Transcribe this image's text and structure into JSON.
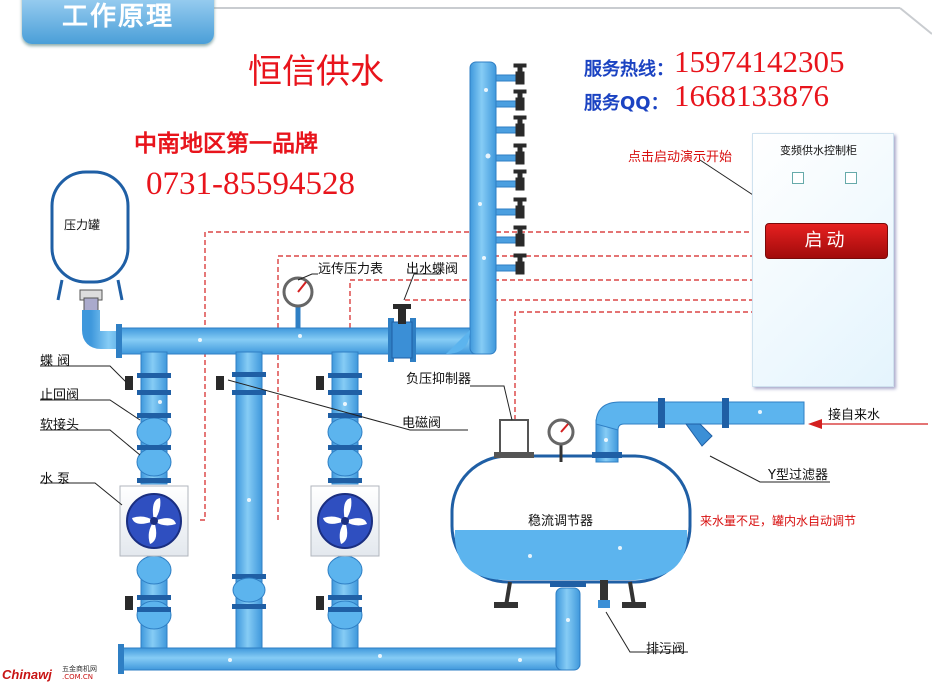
{
  "header": {
    "title": "工作原理"
  },
  "brand": {
    "name": "恒信供水",
    "slogan": "中南地区第一品牌",
    "phone": "0731-85594528"
  },
  "contact": {
    "hotline_label": "服务热线：",
    "hotline_number": "15974142305",
    "qq_label": "服务QQ：",
    "qq_number": "1668133876"
  },
  "control_panel": {
    "hint": "点击启动演示开始",
    "title": "变频供水控制柜",
    "start_label": "启动"
  },
  "labels": {
    "pressure_tank": "压力罐",
    "remote_gauge": "远传压力表",
    "outlet_valve": "出水蝶阀",
    "butterfly_valve": "蝶 阀",
    "check_valve": "止回阀",
    "soft_joint": "软接头",
    "pump": "水 泵",
    "solenoid_valve": "电磁阀",
    "negative_pressure": "负压抑制器",
    "tap_water": "接自来水",
    "y_filter": "Y型过滤器",
    "stabilizer": "稳流调节器",
    "auto_adjust_note": "来水量不足，罐内水自动调节",
    "drain_valve": "排污阀"
  },
  "watermark": {
    "brand": "Chinawj",
    "sub": "五金商机网",
    "domain": ".COM.CN"
  },
  "colors": {
    "pipe": "#5cb4ee",
    "pipe_edge": "#2f7fc4",
    "signal_line": "#d42020",
    "brand_red": "#e8141c",
    "label_blue": "#1b43c2"
  }
}
